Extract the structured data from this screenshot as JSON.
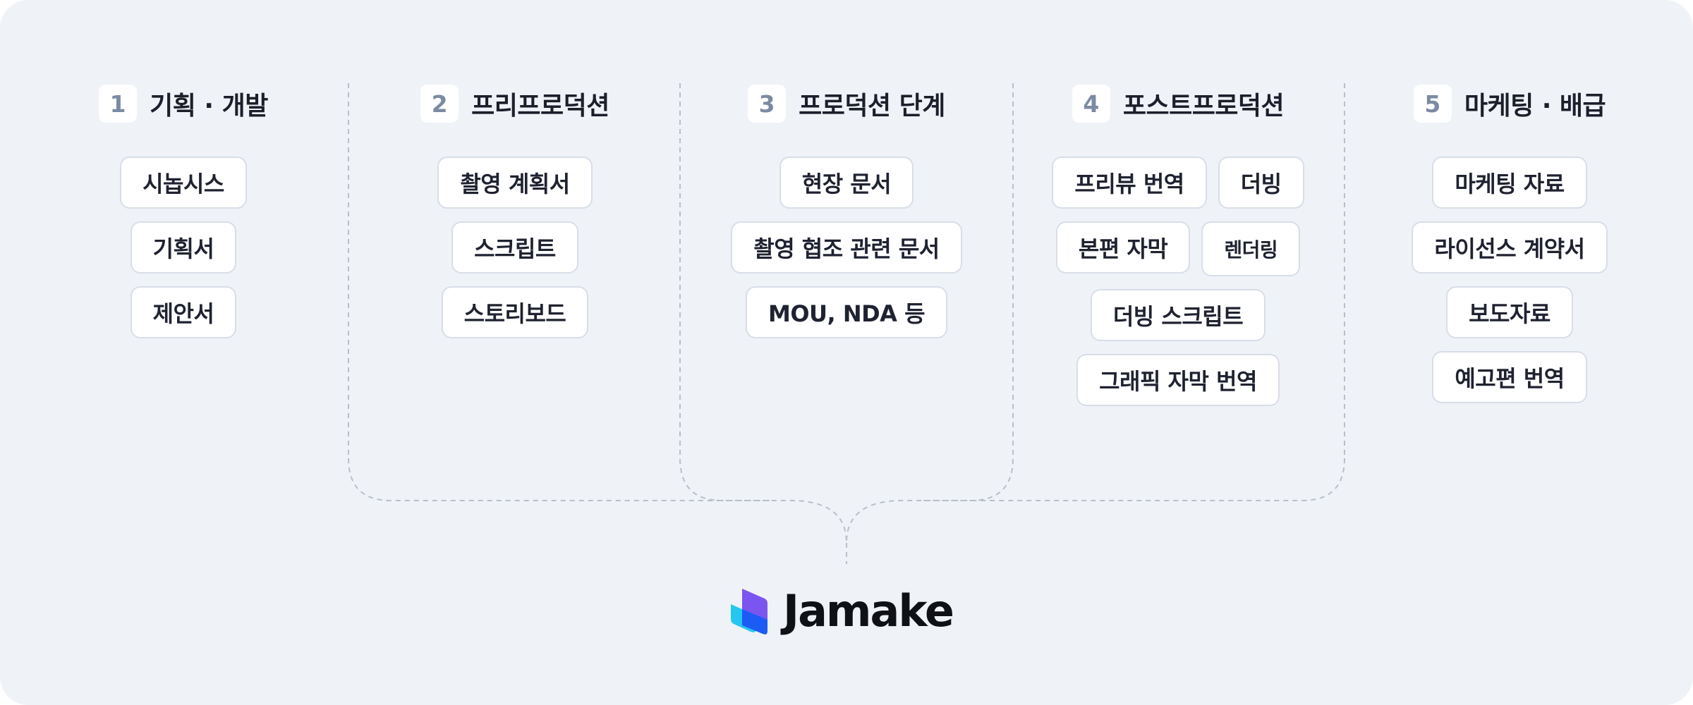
{
  "columns": [
    {
      "number": "1",
      "title": "기획 · 개발",
      "rows": [
        [
          "시놉시스"
        ],
        [
          "기획서"
        ],
        [
          "제안서"
        ]
      ]
    },
    {
      "number": "2",
      "title": "프리프로덕션",
      "rows": [
        [
          "촬영 계획서"
        ],
        [
          "스크립트"
        ],
        [
          "스토리보드"
        ]
      ]
    },
    {
      "number": "3",
      "title": "프로덕션 단계",
      "rows": [
        [
          "현장 문서"
        ],
        [
          "촬영 협조 관련 문서"
        ],
        [
          "MOU, NDA 등"
        ]
      ]
    },
    {
      "number": "4",
      "title": "포스트프로덕션",
      "rows": [
        [
          "프리뷰 번역",
          "더빙"
        ],
        [
          "본편 자막",
          "렌더링"
        ],
        [
          "더빙 스크립트"
        ],
        [
          "그래픽 자막 번역"
        ]
      ]
    },
    {
      "number": "5",
      "title": "마케팅 · 배급",
      "rows": [
        [
          "마케팅 자료"
        ],
        [
          "라이선스 계약서"
        ],
        [
          "보도자료"
        ],
        [
          "예고편 번역"
        ]
      ]
    }
  ],
  "logo": {
    "text": "Jamake",
    "icon": "jamake-logo-icon",
    "colors": {
      "purple": "#7b55f0",
      "blue": "#1b5cf5",
      "cyan": "#25c7f0",
      "wordmark": "#0f1116"
    }
  },
  "colors": {
    "background": "#eff2f7",
    "chip_border": "#d8dee8",
    "badge_text": "#7c8ba3",
    "dashed_line": "#b9bfc9"
  }
}
